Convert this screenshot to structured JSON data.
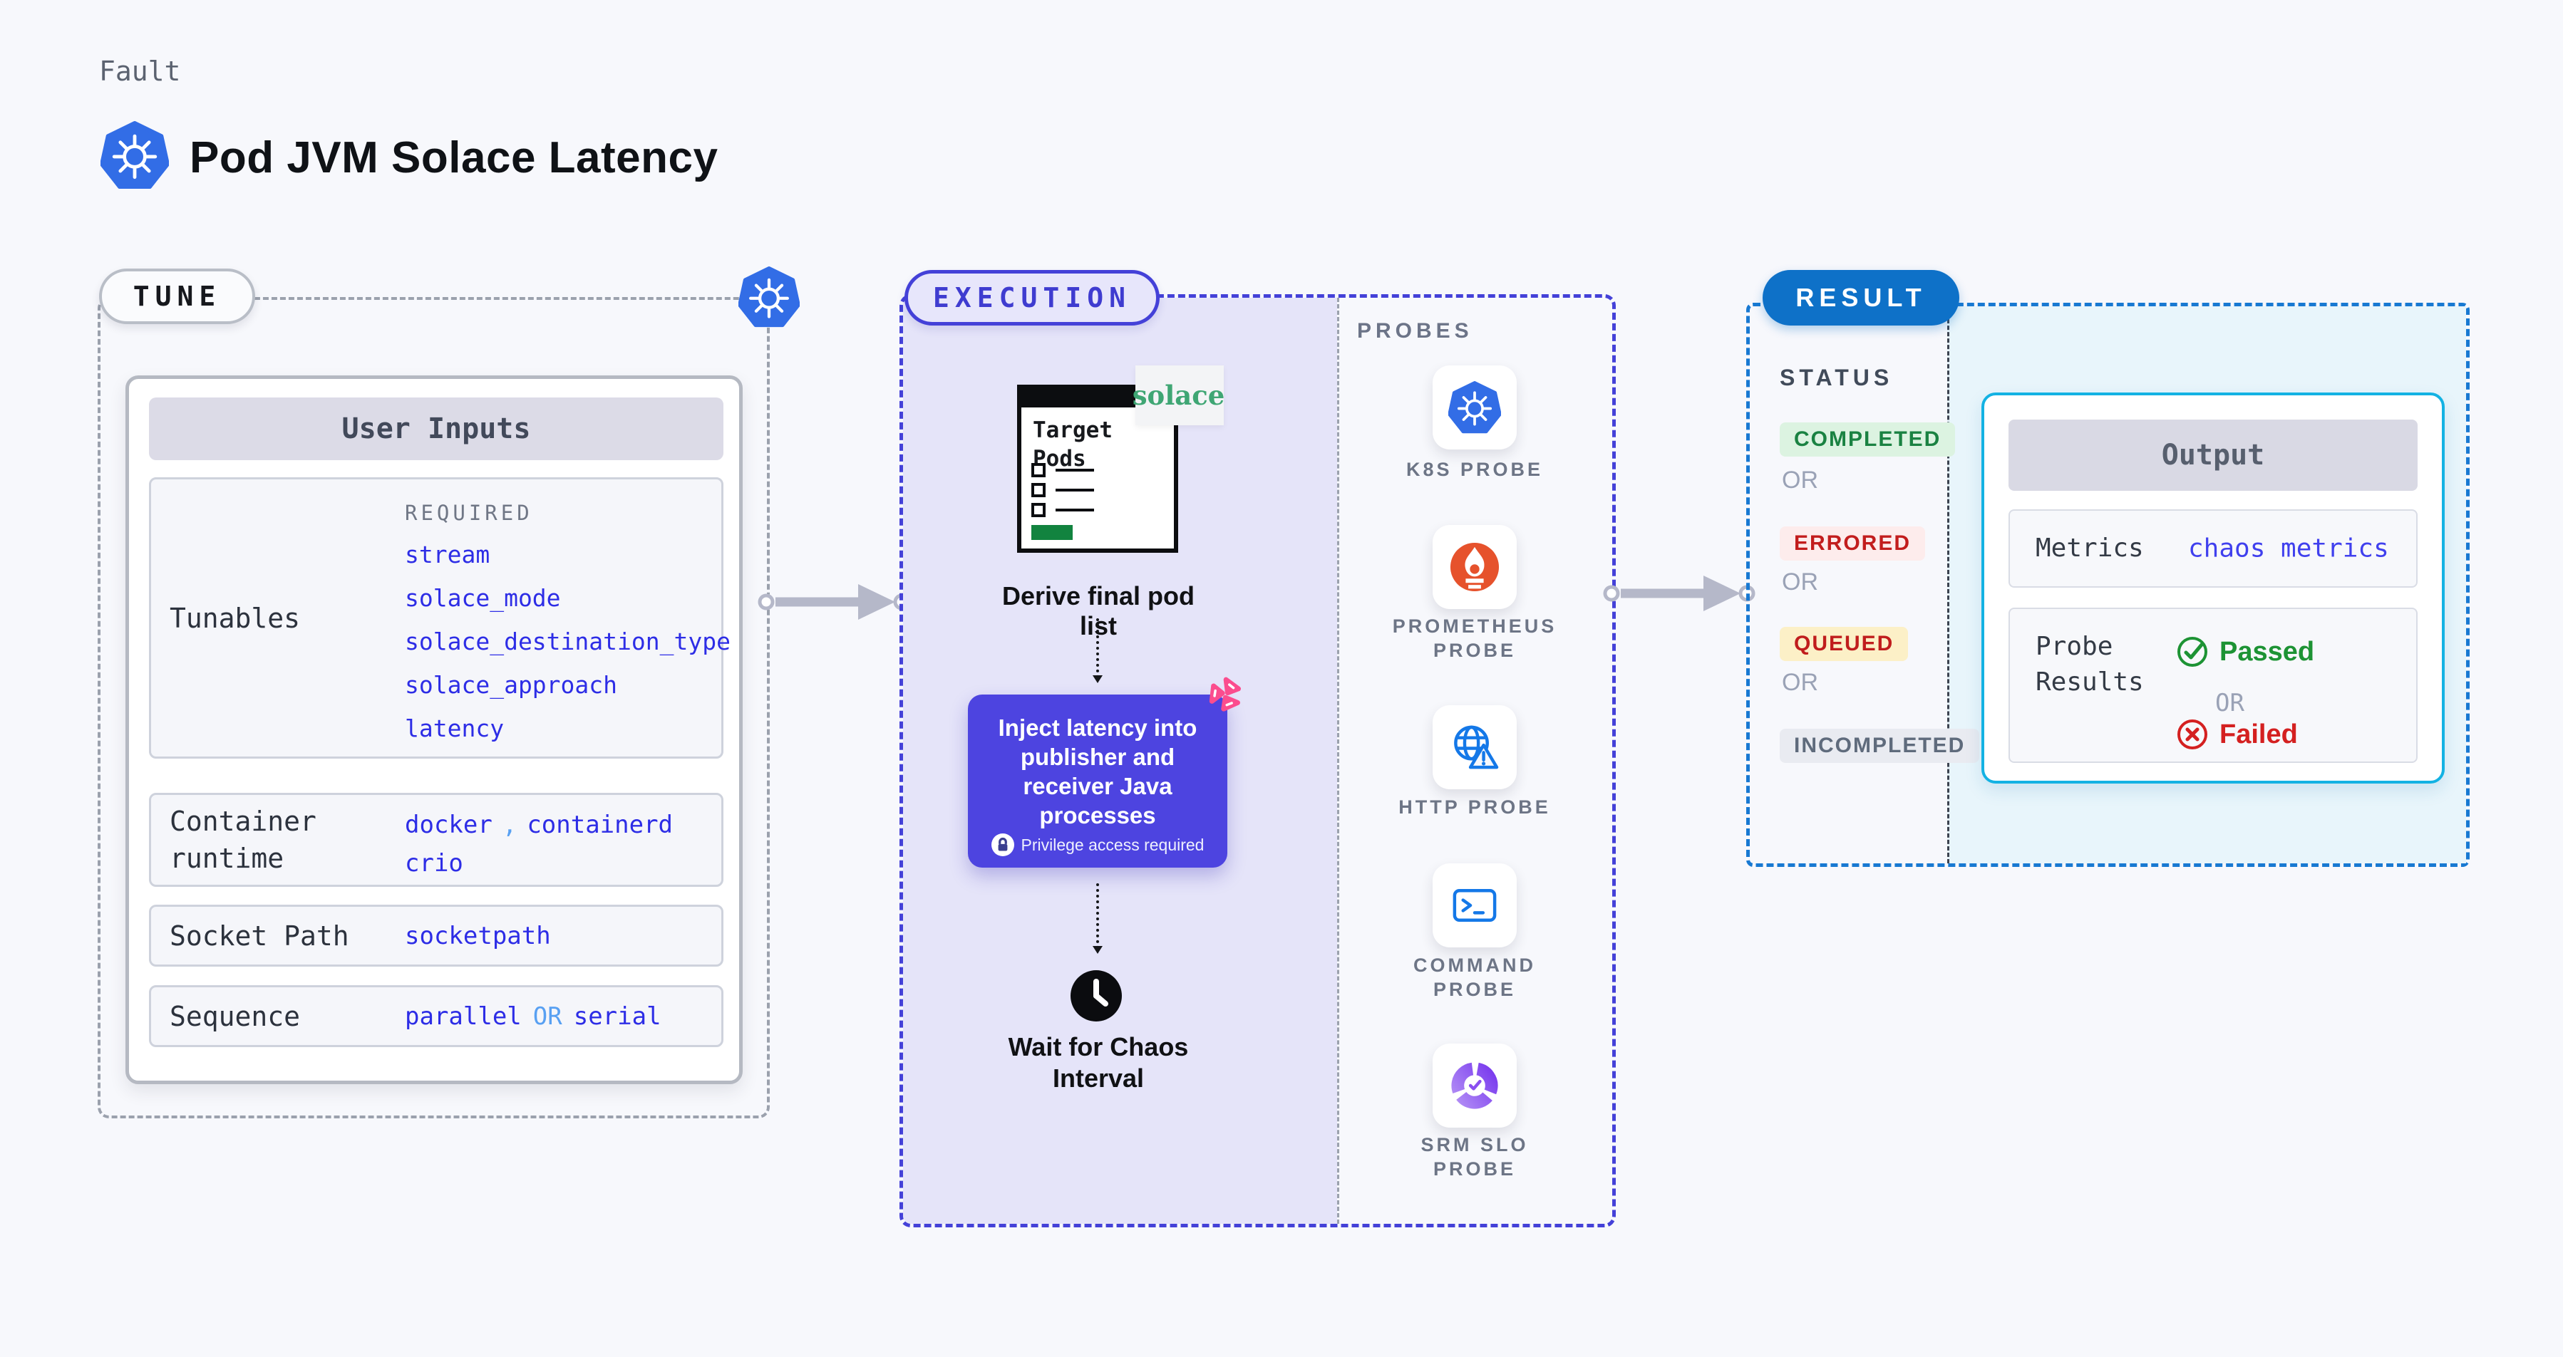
{
  "page": {
    "eyebrow": "Fault",
    "title": "Pod JVM Solace Latency"
  },
  "tune": {
    "badge": "TUNE",
    "card_header": "User Inputs",
    "rows": {
      "tunables": {
        "label": "Tunables",
        "tag": "REQUIRED",
        "values": [
          "stream",
          "solace_mode",
          "solace_destination_type",
          "solace_approach",
          "latency"
        ]
      },
      "container_runtime": {
        "label": "Container\nruntime",
        "value1": "docker",
        "separator": ",",
        "value2": "containerd",
        "value3": "crio"
      },
      "socket_path": {
        "label": "Socket Path",
        "value": "socketpath"
      },
      "sequence": {
        "label": "Sequence",
        "value1": "parallel",
        "or": "OR",
        "value2": "serial"
      }
    }
  },
  "execution": {
    "badge": "EXECUTION",
    "window": {
      "title": "Target\nPods"
    },
    "solace_logo": "solace",
    "derive_step": "Derive final pod list",
    "inject_step": "Inject latency into\npublisher and\nreceiver Java\nprocesses",
    "privilege_note": "Privilege access required",
    "wait_step": "Wait for Chaos\nInterval"
  },
  "probes": {
    "label": "PROBES",
    "items": [
      {
        "icon": "kubernetes-icon",
        "label": "K8S PROBE"
      },
      {
        "icon": "prometheus-icon",
        "label": "PROMETHEUS\nPROBE"
      },
      {
        "icon": "http-icon",
        "label": "HTTP PROBE"
      },
      {
        "icon": "command-icon",
        "label": "COMMAND\nPROBE"
      },
      {
        "icon": "srm-slo-icon",
        "label": "SRM SLO\nPROBE"
      }
    ]
  },
  "result": {
    "badge": "RESULT",
    "status_label": "STATUS",
    "or_label": "OR",
    "statuses": [
      {
        "label": "COMPLETED",
        "fg": "#1a8242",
        "bg": "#dcf3e1"
      },
      {
        "label": "ERRORED",
        "fg": "#c21d1d",
        "bg": "#fdecec"
      },
      {
        "label": "QUEUED",
        "fg": "#c01d1d",
        "bg": "#fcf0c7"
      },
      {
        "label": "INCOMPLETED",
        "fg": "#5f6b7c",
        "bg": "#e9ebf1"
      }
    ],
    "output": {
      "header": "Output",
      "metrics_label": "Metrics",
      "metrics_value": "chaos metrics",
      "probe_results_label": "Probe\nResults",
      "passed": "Passed",
      "or": "OR",
      "failed": "Failed"
    }
  },
  "colors": {
    "accent_indigo": "#4441d8",
    "inject_bg": "#4d44e0",
    "chaos_pink": "#fb4d8e",
    "result_blue": "#0e71c8",
    "cyan_border": "#13b2e3",
    "cyan_bg": "#e8f5fb",
    "lavender_bg": "#e5e4f9",
    "code_blue": "#2d2de6",
    "code_lightblue": "#58a0f2",
    "solace_green": "#3fa674",
    "prometheus_orange": "#e6522c",
    "probe_blue": "#1478e8",
    "k8s_blue": "#326de6"
  }
}
